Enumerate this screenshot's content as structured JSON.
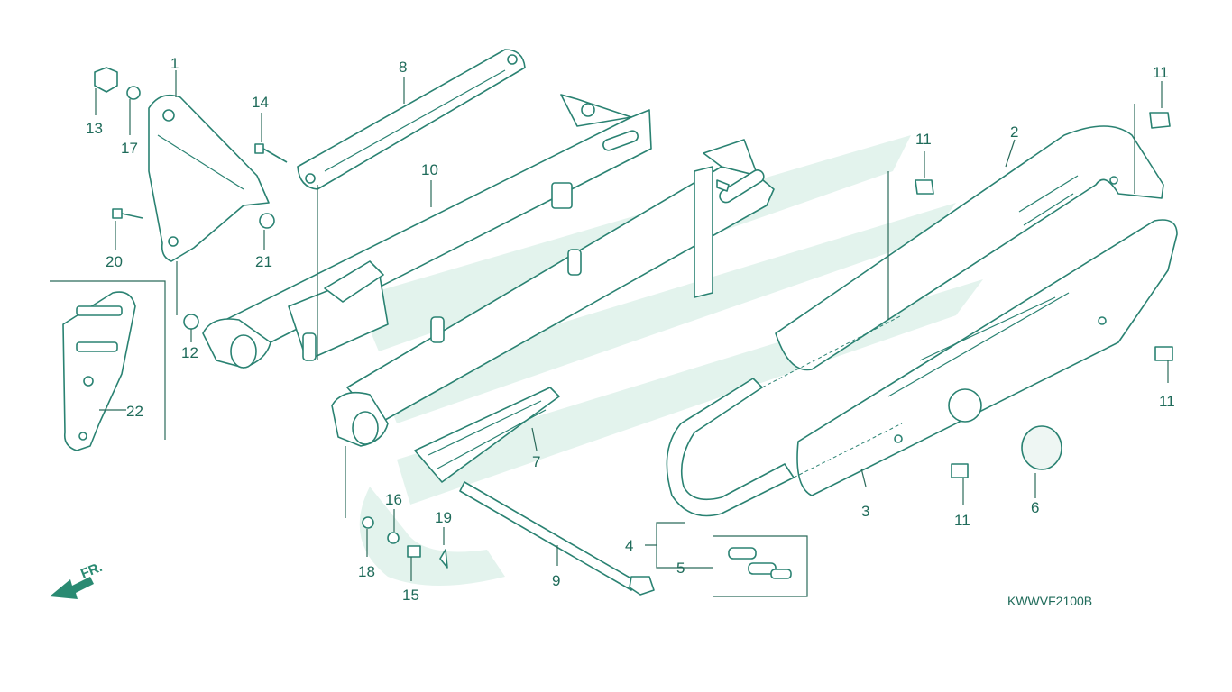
{
  "diagram_code": "KWWVF2100B",
  "direction_label": "FR.",
  "callouts": [
    {
      "id": "c1",
      "text": "1"
    },
    {
      "id": "c2",
      "text": "2"
    },
    {
      "id": "c3",
      "text": "3"
    },
    {
      "id": "c4",
      "text": "4"
    },
    {
      "id": "c5",
      "text": "5"
    },
    {
      "id": "c6",
      "text": "6"
    },
    {
      "id": "c7",
      "text": "7"
    },
    {
      "id": "c8",
      "text": "8"
    },
    {
      "id": "c9",
      "text": "9"
    },
    {
      "id": "c10",
      "text": "10"
    },
    {
      "id": "c11a",
      "text": "11"
    },
    {
      "id": "c11b",
      "text": "11"
    },
    {
      "id": "c11c",
      "text": "11"
    },
    {
      "id": "c11d",
      "text": "11"
    },
    {
      "id": "c12",
      "text": "12"
    },
    {
      "id": "c13",
      "text": "13"
    },
    {
      "id": "c14",
      "text": "14"
    },
    {
      "id": "c15",
      "text": "15"
    },
    {
      "id": "c16",
      "text": "16"
    },
    {
      "id": "c17",
      "text": "17"
    },
    {
      "id": "c18",
      "text": "18"
    },
    {
      "id": "c19",
      "text": "19"
    },
    {
      "id": "c20",
      "text": "20"
    },
    {
      "id": "c21",
      "text": "21"
    },
    {
      "id": "c22",
      "text": "22"
    }
  ],
  "colors": {
    "line": "#2a8272",
    "text": "#1f6b5a",
    "watermark": "#e3f3ed"
  }
}
